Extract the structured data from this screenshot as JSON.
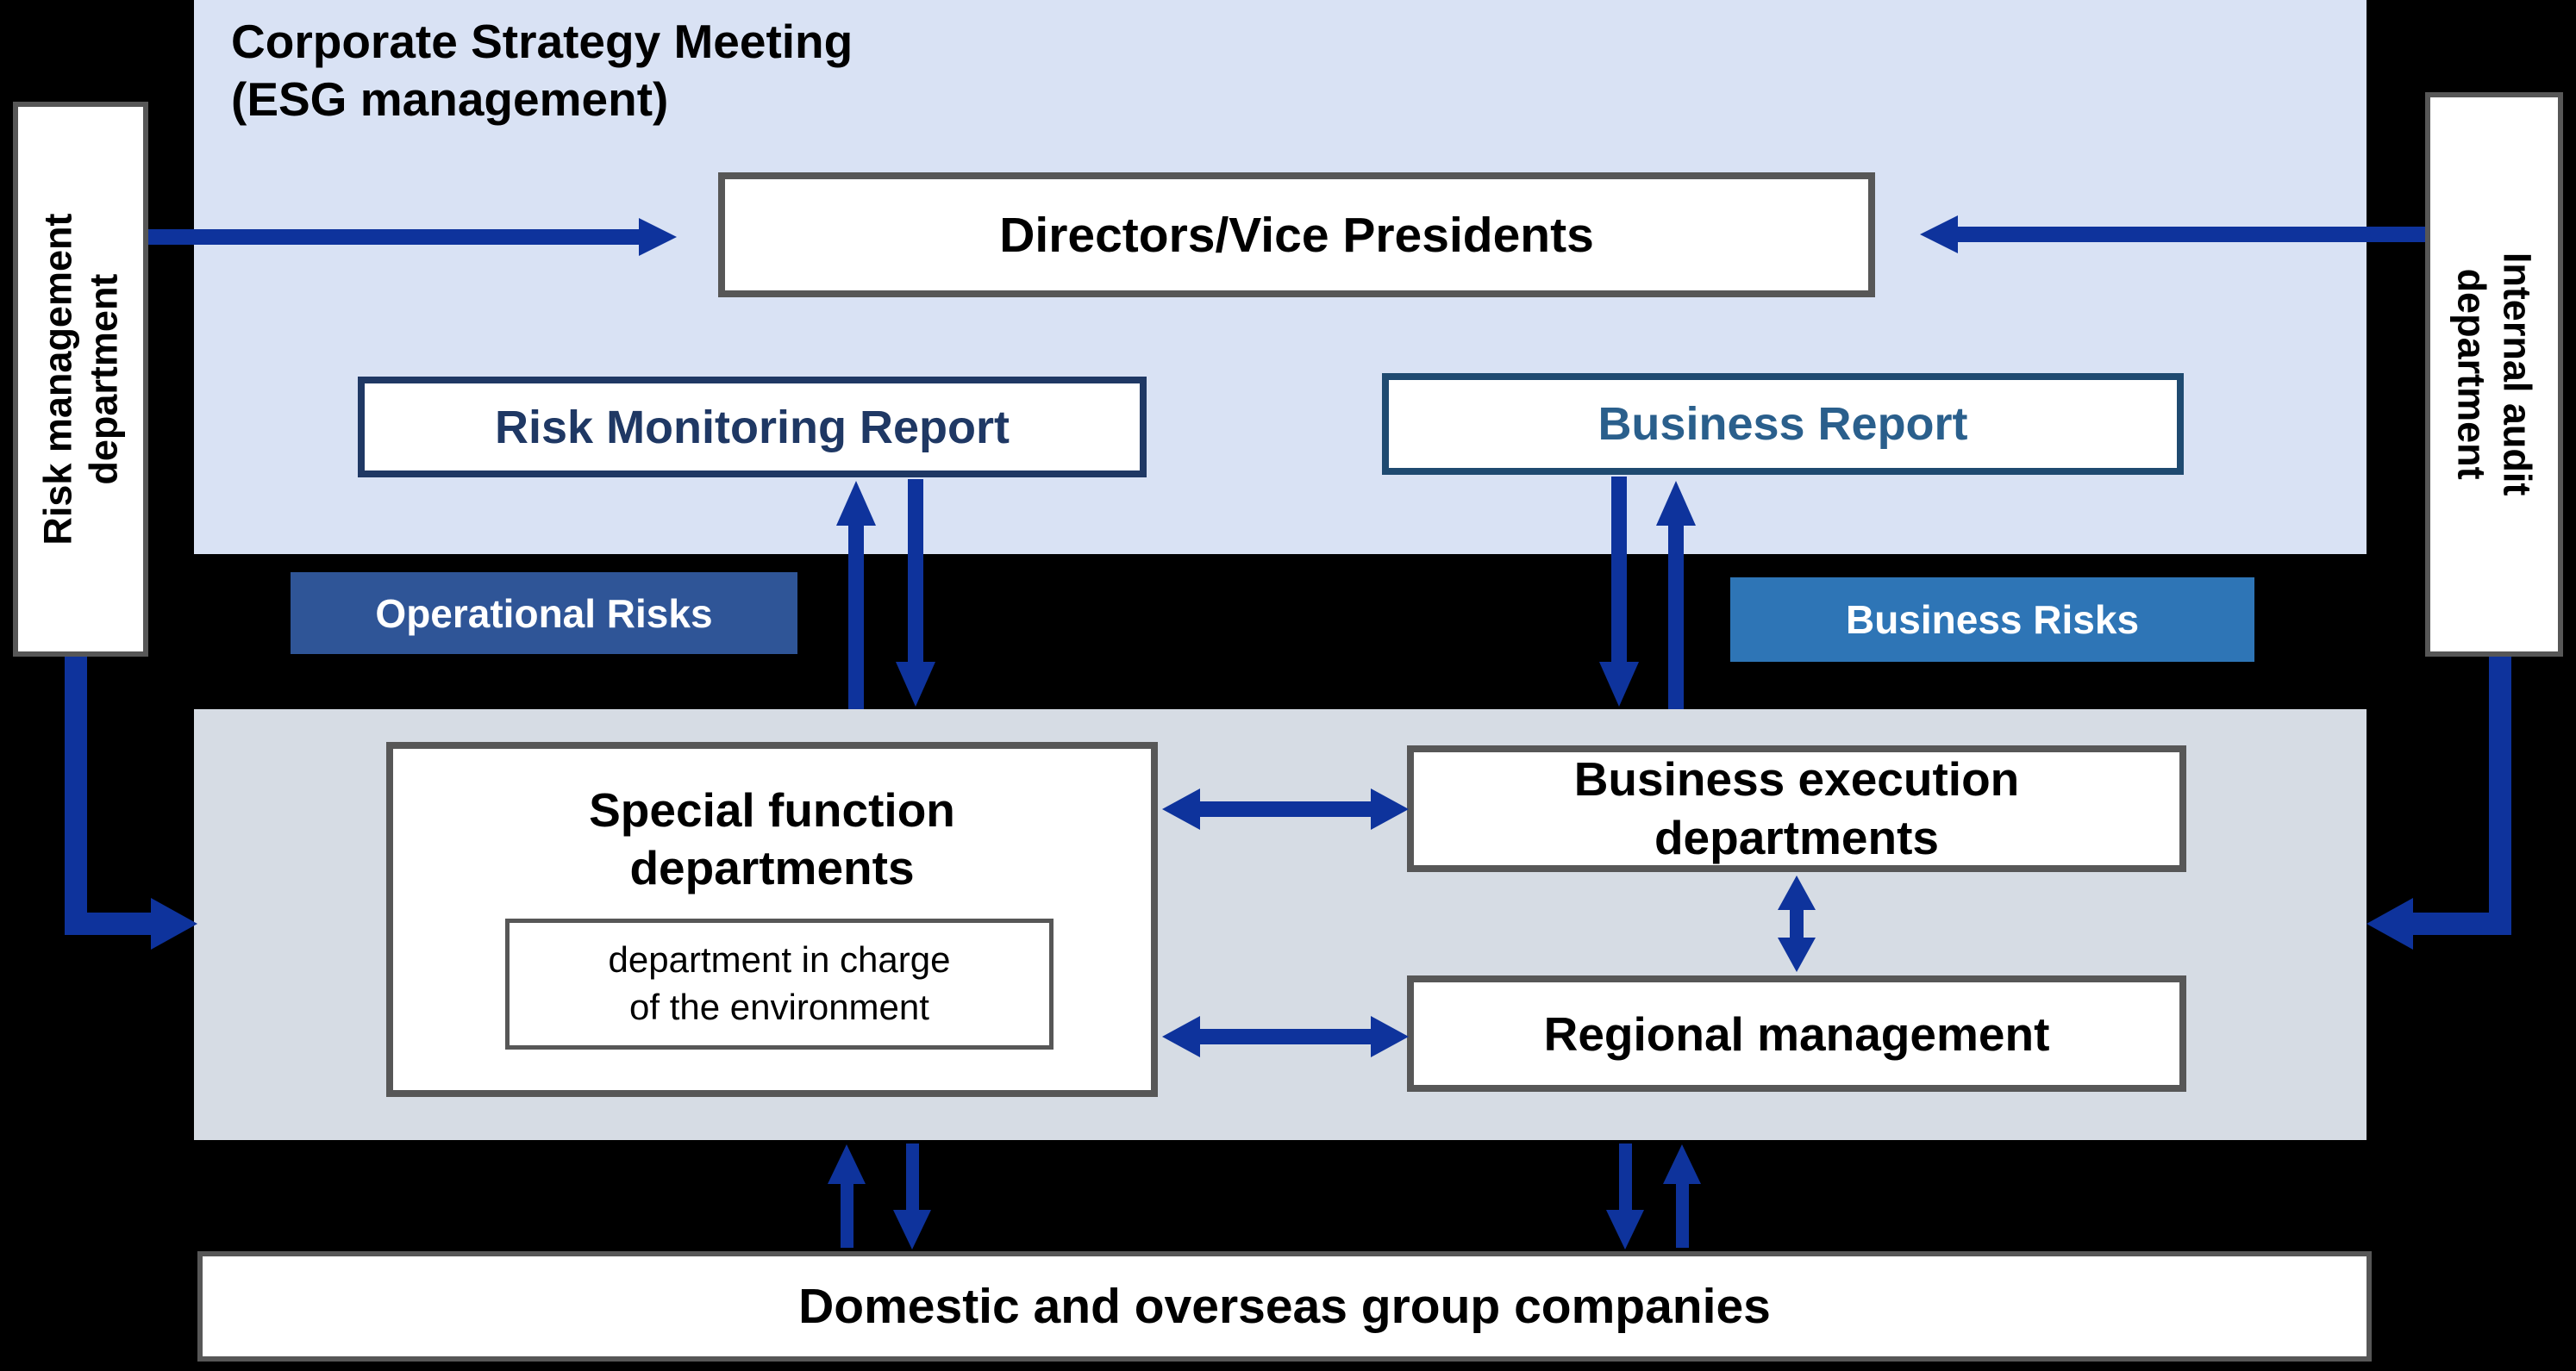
{
  "colors": {
    "background": "#000000",
    "top_panel_blue": "#D9E2F4",
    "middle_panel_gray": "#D6DCE4",
    "arrow_blue": "#0E339C",
    "navy_text": "#1F3864",
    "steel_blue_text": "#2A5F8C",
    "operational_badge_blue": "#2F5597",
    "business_badge_blue": "#2E75B6",
    "box_border_gray": "#575757"
  },
  "top_panel": {
    "title": {
      "line1": "Corporate Strategy Meeting",
      "line2": "(ESG management)"
    },
    "directors_box": "Directors/Vice Presidents",
    "risk_monitoring_report": "Risk Monitoring Report",
    "business_report": "Business Report"
  },
  "badges": {
    "operational_risks": "Operational Risks",
    "business_risks": "Business Risks"
  },
  "middle_panel": {
    "special_function": {
      "line1": "Special function",
      "line2": "departments"
    },
    "environment_box": {
      "line1": "department in charge",
      "line2": "of the environment"
    },
    "business_execution": {
      "line1": "Business execution",
      "line2": "departments"
    },
    "regional_management": "Regional management"
  },
  "side_boxes": {
    "risk_management": {
      "line1": "Risk management",
      "line2": "department"
    },
    "internal_audit": {
      "line1": "Internal audit",
      "line2": "department"
    }
  },
  "bottom_box": "Domestic and overseas group companies"
}
